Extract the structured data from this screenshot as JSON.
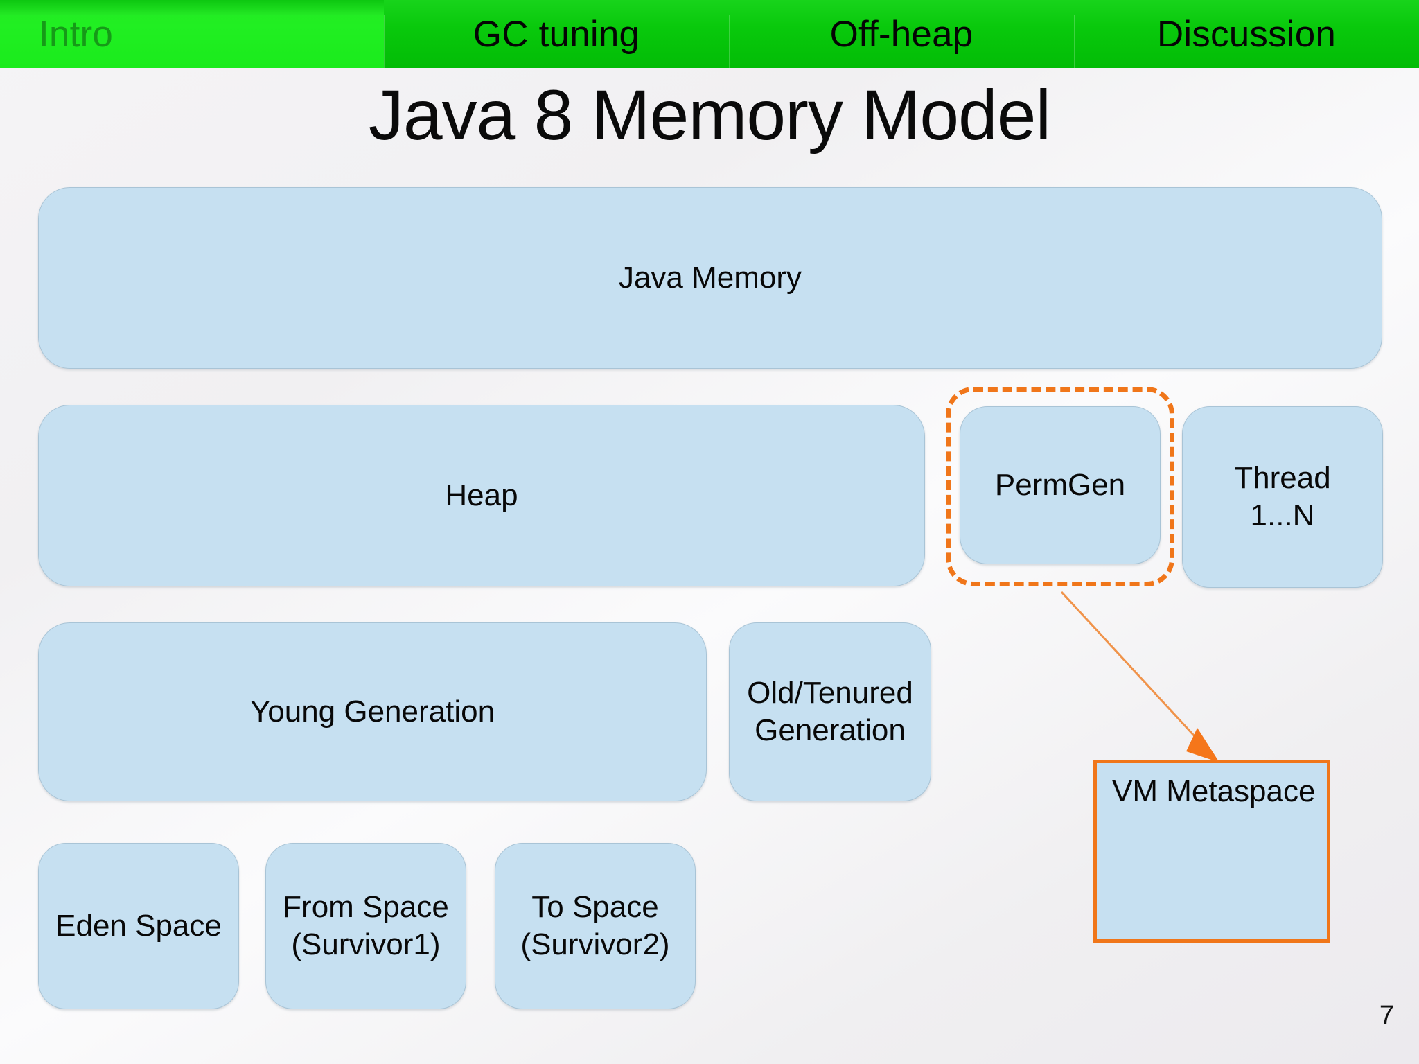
{
  "nav": {
    "tabs": [
      {
        "label": "Intro",
        "active": true
      },
      {
        "label": "GC tuning",
        "active": false
      },
      {
        "label": "Off-heap",
        "active": false
      },
      {
        "label": "Discussion",
        "active": false
      }
    ]
  },
  "title": "Java 8 Memory Model",
  "diagram": {
    "java_memory": "Java Memory",
    "heap": "Heap",
    "permgen": "PermGen",
    "thread": "Thread\n1...N",
    "thread_line1": "Thread",
    "thread_line2": "1...N",
    "young_generation": "Young Generation",
    "old_tenured": "Old/Tenured\nGeneration",
    "old_tenured_line1": "Old/Tenured",
    "old_tenured_line2": "Generation",
    "eden_space": "Eden Space",
    "from_space_line1": "From Space",
    "from_space_line2": "(Survivor1)",
    "to_space_line1": "To Space",
    "to_space_line2": "(Survivor2)",
    "vm_metaspace": "VM Metaspace"
  },
  "page_number": "7",
  "colors": {
    "nav_active": "#21ef22",
    "nav_inactive": "#09c90c",
    "nav_active_text": "#169a18",
    "box_fill": "#c6e0f1",
    "box_border": "#a9c4d6",
    "accent_orange": "#f0761a",
    "slide_background": "#f2f1f3"
  }
}
